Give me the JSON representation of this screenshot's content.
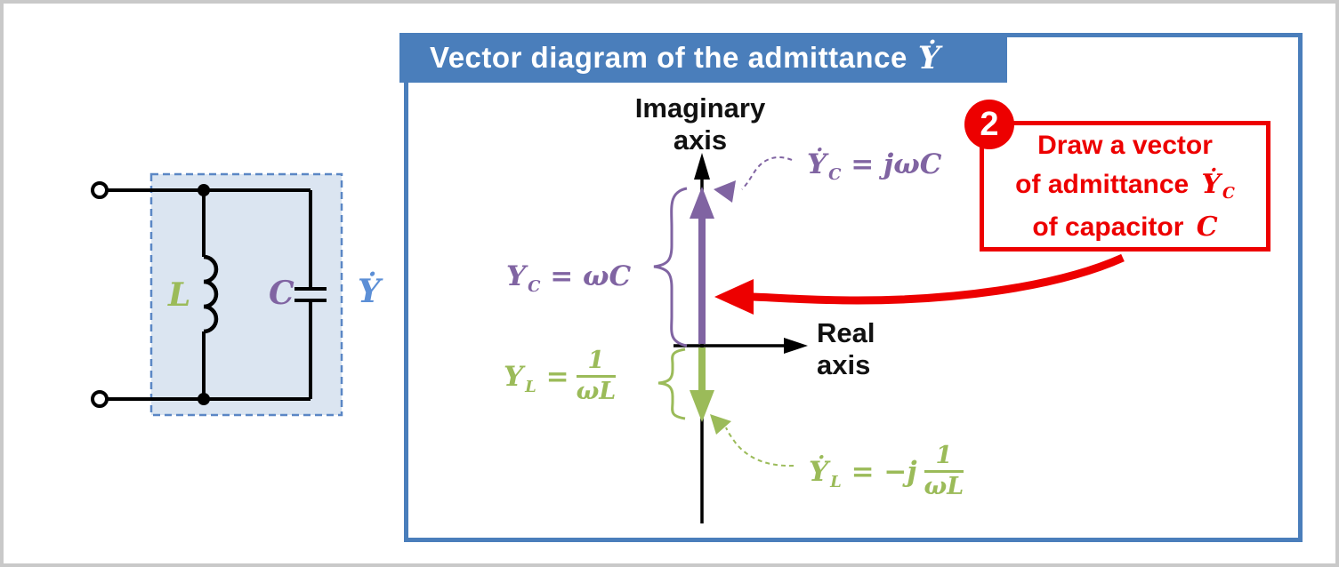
{
  "window": {
    "bg": "#ffffff",
    "border_color": "#c9c9c9"
  },
  "circuit": {
    "labels": {
      "inductor": "L",
      "capacitor": "C",
      "admittance": "Ẏ"
    },
    "colors": {
      "inductor": "#9bbb59",
      "capacitor": "#8064a2",
      "admittance": "#5c8fd6",
      "box_fill": "#dbe5f1",
      "box_border": "#5b87c5",
      "wire": "#000000"
    }
  },
  "panel": {
    "title_text": "Vector diagram of the admittance",
    "title_math": "Ẏ",
    "titlebar_bg": "#4a7ebb",
    "border_color": "#4a7ebb"
  },
  "axes": {
    "imaginary_line1": "Imaginary",
    "imaginary_line2": "axis",
    "real_line1": "Real",
    "real_line2": "axis"
  },
  "capacitor_vector": {
    "color": "#8064a2",
    "tip_label": {
      "base": "Ẏ",
      "sub": "C",
      "rhs": "= jωC"
    },
    "magnitude_label": {
      "base": "Y",
      "sub": "C",
      "rhs": "= ωC"
    }
  },
  "inductor_vector": {
    "color": "#9bbb59",
    "tip_label": {
      "base": "Ẏ",
      "sub": "L",
      "rhs": "= −j",
      "frac_num": "1",
      "frac_den": "ωL"
    },
    "magnitude_label": {
      "base": "Y",
      "sub": "L",
      "rhs": "=",
      "frac_num": "1",
      "frac_den": "ωL"
    }
  },
  "callout": {
    "badge": "2",
    "line1": "Draw a vector",
    "line2_text": "of admittance",
    "line2_math_base": "Ẏ",
    "line2_math_sub": "C",
    "line3_text": "of capacitor",
    "line3_math": "C",
    "accent": "#ed0000"
  }
}
